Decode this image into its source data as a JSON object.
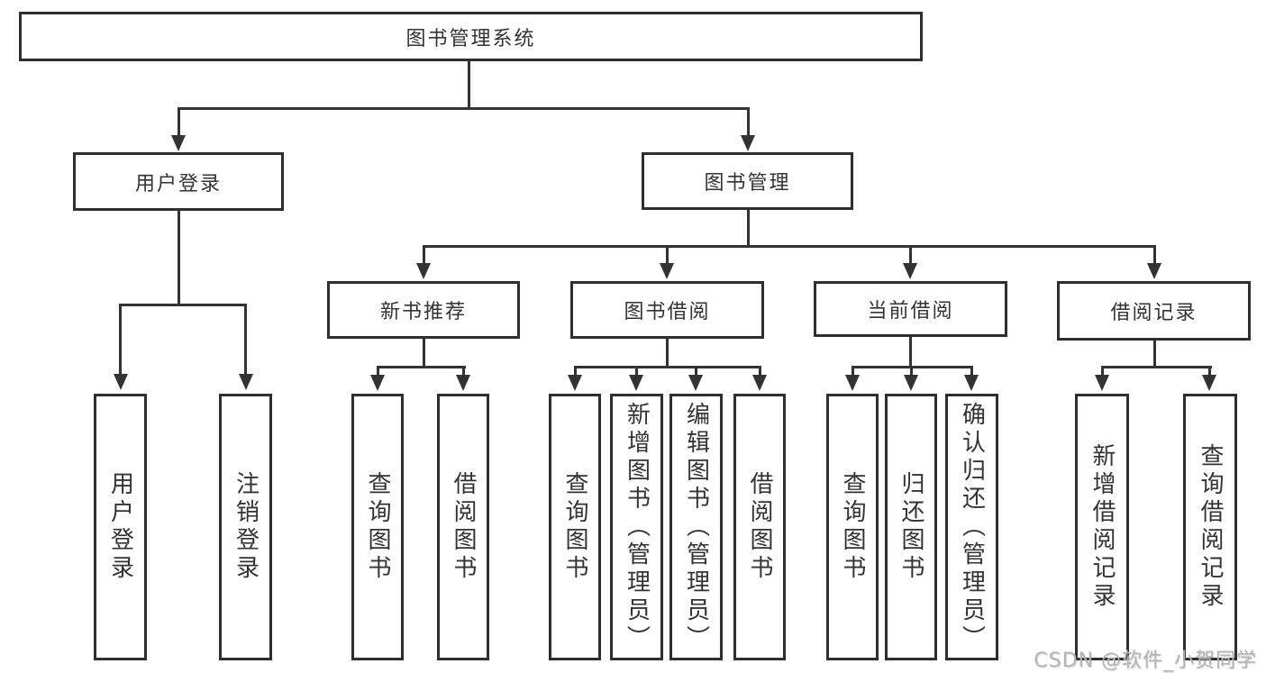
{
  "diagram": {
    "root": {
      "label": "图书管理系统"
    },
    "level2": {
      "user_login": {
        "label": "用户登录"
      },
      "book_management": {
        "label": "图书管理"
      }
    },
    "level3": {
      "new_book_recommend": {
        "label": "新书推荐"
      },
      "book_borrow": {
        "label": "图书借阅"
      },
      "current_borrow": {
        "label": "当前借阅"
      },
      "borrow_record": {
        "label": "借阅记录"
      }
    },
    "leaves": {
      "user_login_leaf": {
        "label": "用户登录"
      },
      "logout_leaf": {
        "label": "注销登录"
      },
      "nb_query_book": {
        "label": "查询图书"
      },
      "nb_borrow_book": {
        "label": "借阅图书"
      },
      "bb_query_book": {
        "label": "查询图书"
      },
      "bb_add_book": {
        "label": "新增图书（管理员）"
      },
      "bb_edit_book": {
        "label": "编辑图书（管理员）"
      },
      "bb_borrow_book": {
        "label": "借阅图书"
      },
      "cb_query_book": {
        "label": "查询图书"
      },
      "cb_return_book": {
        "label": "归还图书"
      },
      "cb_confirm_return": {
        "label": "确认归还（管理员）"
      },
      "br_add_record": {
        "label": "新增借阅记录"
      },
      "br_query_record": {
        "label": "查询借阅记录"
      }
    }
  },
  "watermark": {
    "text": "CSDN @软件_小贺同学"
  },
  "colors": {
    "line": "#333333",
    "border": "#2f2f2f",
    "text": "#333333",
    "watermark": "#b5b5b5",
    "background": "#ffffff"
  }
}
